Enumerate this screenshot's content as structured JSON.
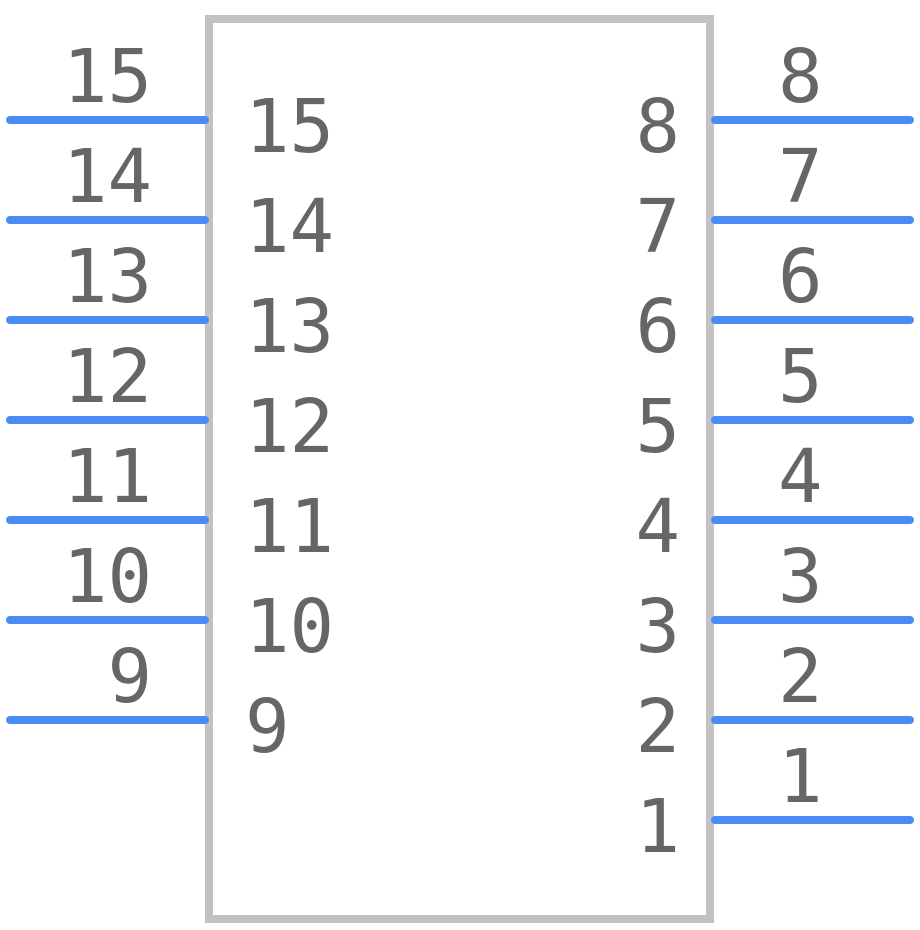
{
  "colors": {
    "pin": "#4a8cf5",
    "outline": "#c2c2c2",
    "text": "#666666",
    "background": "#ffffff"
  },
  "left_pins": [
    {
      "outer_label": "15",
      "inner_label": "15"
    },
    {
      "outer_label": "14",
      "inner_label": "14"
    },
    {
      "outer_label": "13",
      "inner_label": "13"
    },
    {
      "outer_label": "12",
      "inner_label": "12"
    },
    {
      "outer_label": "11",
      "inner_label": "11"
    },
    {
      "outer_label": "10",
      "inner_label": "10"
    },
    {
      "outer_label": "9",
      "inner_label": "9"
    }
  ],
  "right_pins": [
    {
      "outer_label": "8",
      "inner_label": "8"
    },
    {
      "outer_label": "7",
      "inner_label": "7"
    },
    {
      "outer_label": "6",
      "inner_label": "6"
    },
    {
      "outer_label": "5",
      "inner_label": "5"
    },
    {
      "outer_label": "4",
      "inner_label": "4"
    },
    {
      "outer_label": "3",
      "inner_label": "3"
    },
    {
      "outer_label": "2",
      "inner_label": "2"
    },
    {
      "outer_label": "1",
      "inner_label": "1"
    }
  ]
}
